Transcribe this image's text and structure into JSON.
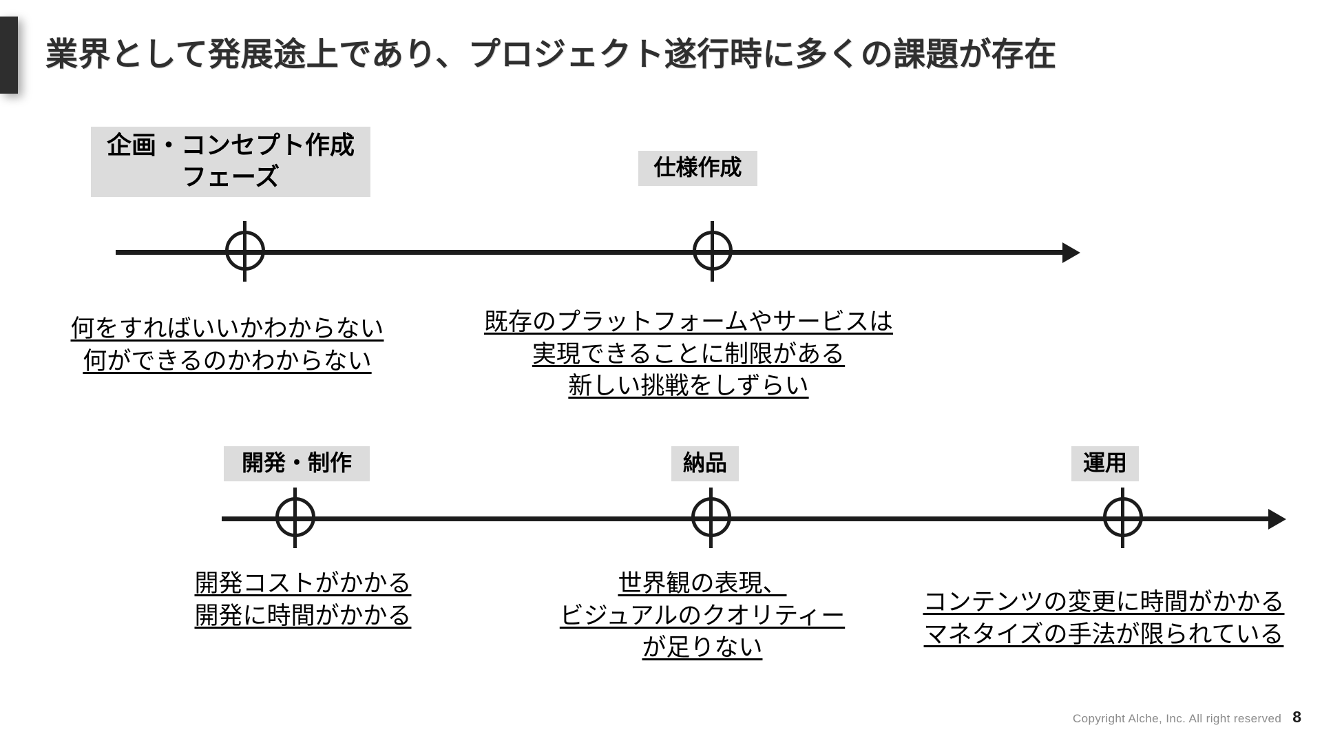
{
  "slide": {
    "title": "業界として発展途上であり、プロジェクト遂行時に多くの課題が存在",
    "accent_bar_color": "#2e2e2e",
    "title_color": "#2f2f2f",
    "label_background": "#dcdcdc",
    "line_color": "#1c1c1c",
    "background": "#ffffff"
  },
  "timelines": [
    {
      "name": "upper-timeline",
      "nodes": [
        {
          "label": "企画・コンセプト作成\nフェーズ",
          "issues": [
            "何をすればいいかわからない",
            "何ができるのかわからない"
          ]
        },
        {
          "label": "仕様作成",
          "issues": [
            "既存のプラットフォームやサービスは",
            "実現できることに制限がある",
            "新しい挑戦をしずらい"
          ]
        }
      ]
    },
    {
      "name": "lower-timeline",
      "nodes": [
        {
          "label": "開発・制作",
          "issues": [
            "開発コストがかかる",
            "開発に時間がかかる"
          ]
        },
        {
          "label": "納品",
          "issues": [
            "世界観の表現、",
            "ビジュアルのクオリティー",
            "が足りない"
          ]
        },
        {
          "label": "運用",
          "issues": [
            "コンテンツの変更に時間がかかる",
            "マネタイズの手法が限られている"
          ]
        }
      ]
    }
  ],
  "footer": {
    "copyright": "Copyright Alche, Inc. All right reserved",
    "page_number": "8"
  }
}
